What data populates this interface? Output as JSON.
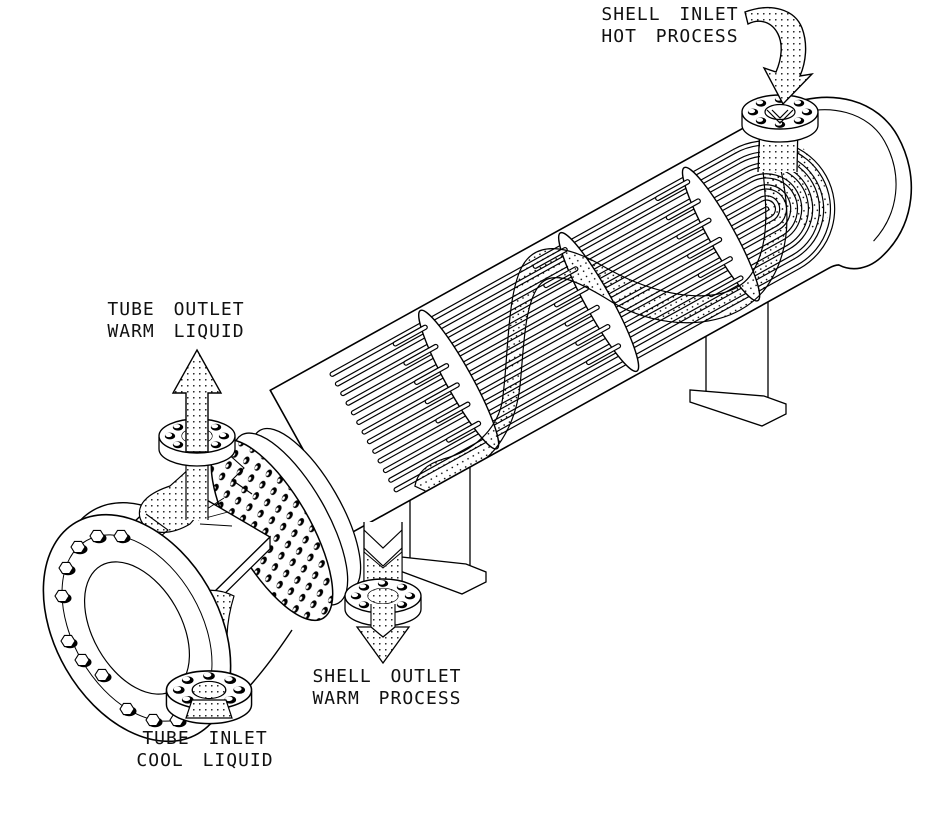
{
  "colors": {
    "ink": "#000000",
    "background": "#ffffff"
  },
  "labels": {
    "shell_inlet": {
      "line1": "SHELL INLET",
      "line2": "HOT PROCESS"
    },
    "tube_outlet": {
      "line1": "TUBE OUTLET",
      "line2": "WARM LIQUID"
    },
    "shell_outlet": {
      "line1": "SHELL OUTLET",
      "line2": "WARM PROCESS"
    },
    "tube_inlet": {
      "line1": "TUBE INLET",
      "line2": "COOL LIQUID"
    }
  }
}
